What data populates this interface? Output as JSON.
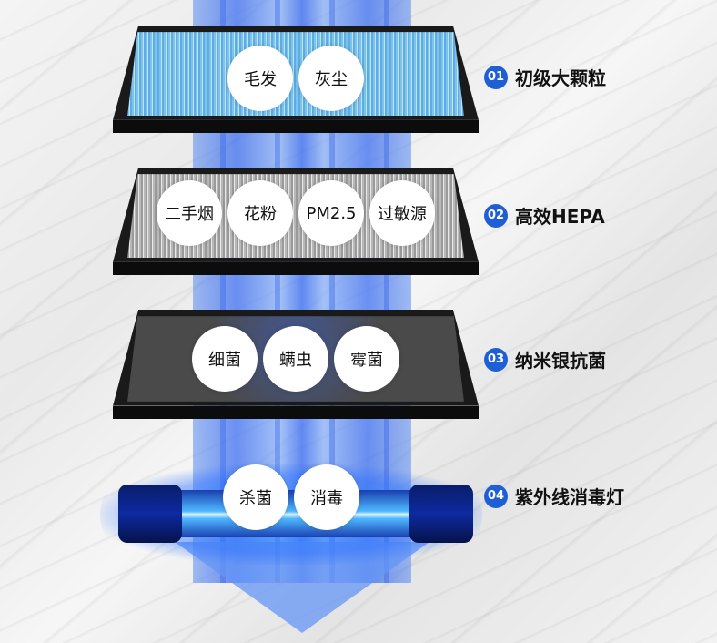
{
  "layers": [
    {
      "number": "01",
      "title": "初级大颗粒",
      "tags": [
        "毛发",
        "灰尘"
      ]
    },
    {
      "number": "02",
      "title": "高效HEPA",
      "tags": [
        "二手烟",
        "花粉",
        "PM2.5",
        "过敏源"
      ]
    },
    {
      "number": "03",
      "title": "纳米银抗菌",
      "tags": [
        "细菌",
        "螨虫",
        "霉菌"
      ]
    },
    {
      "number": "04",
      "title": "紫外线消毒灯",
      "tags": [
        "杀菌",
        "消毒"
      ]
    }
  ],
  "colors": {
    "accent": "#1f5fd6",
    "beam": "#4a7ef0",
    "hepa_mesh": "#5aaee3",
    "uv_glow": "#3aa0ff"
  }
}
